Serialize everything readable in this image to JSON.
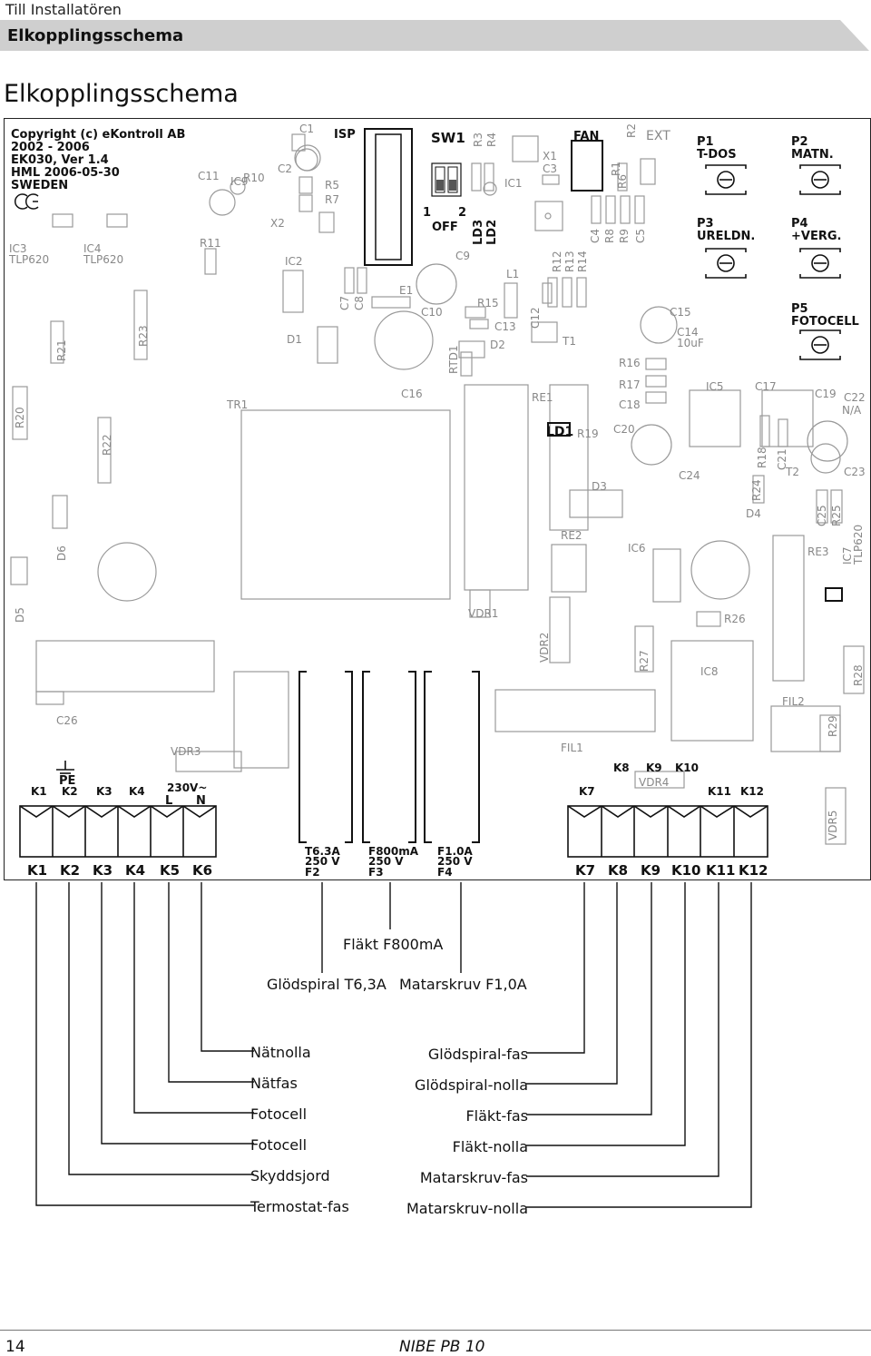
{
  "header": {
    "section": "Till Installatören",
    "bar_title": "Elkopplingsschema"
  },
  "page_title": "Elkopplingsschema",
  "board": {
    "copyright": [
      "Copyright (c) eKontroll AB",
      "2002 - 2006",
      "EK030, Ver 1.4",
      "HML 2006-05-30",
      "SWEDEN"
    ],
    "ce_mark": "CE",
    "components": {
      "c1": "C1",
      "isp": "ISP",
      "sw1": "SW1",
      "r3": "R3",
      "r4": "R4",
      "x1": "X1",
      "c3": "C3",
      "fan": "FAN",
      "r2": "R2",
      "ext": "EXT",
      "p1": "P1",
      "tdos": "T-DOS",
      "p2": "P2",
      "matn": "MATN.",
      "c11": "C11",
      "ic9": "IC9",
      "r10": "R10",
      "c2": "C2",
      "r5": "R5",
      "r7": "R7",
      "ic1": "IC1",
      "r1": "R1",
      "r6": "R6",
      "x2": "X2",
      "sw_1": "1",
      "sw_2": "2",
      "sw_off": "OFF",
      "ld3": "LD3",
      "ld2": "LD2",
      "p3": "P3",
      "ureldn": "URELDN.",
      "p4": "P4",
      "verg": "+VERG.",
      "ic3": "IC3",
      "tlp620_a": "TLP620",
      "ic4": "IC4",
      "tlp620_b": "TLP620",
      "r11": "R11",
      "ic2": "IC2",
      "c9": "C9",
      "c4": "C4",
      "r8": "R8",
      "r9": "R9",
      "c5": "C5",
      "r12": "R12",
      "r13": "R13",
      "r14": "R14",
      "l1": "L1",
      "e1": "E1",
      "c7": "C7",
      "c8": "C8",
      "c10": "C10",
      "r15": "R15",
      "c12": "C12",
      "c15": "C15",
      "p5": "P5",
      "fotocell": "FOTOCELL",
      "r21": "R21",
      "r23": "R23",
      "d1": "D1",
      "c13": "C13",
      "d2": "D2",
      "t1": "T1",
      "c14": "C14",
      "c14v": "10uF",
      "rtd1": "RTD1",
      "r16": "R16",
      "r20": "R20",
      "tr1": "TR1",
      "c16": "C16",
      "re1": "RE1",
      "r17": "R17",
      "ic5": "IC5",
      "c17": "C17",
      "c19": "C19",
      "c22": "C22",
      "na": "N/A",
      "c18": "C18",
      "r22": "R22",
      "ld1": "LD1",
      "r19": "R19",
      "c20": "C20",
      "r18": "R18",
      "c21": "C21",
      "t2": "T2",
      "c23": "C23",
      "c24": "C24",
      "d3": "D3",
      "r24": "R24",
      "d4": "D4",
      "c25": "C25",
      "r25": "R25",
      "d6": "D6",
      "re2": "RE2",
      "ic6": "IC6",
      "re3": "RE3",
      "ic7": "IC7",
      "tlp620_c": "TLP620",
      "d5": "D5",
      "vdr1": "VDR1",
      "r26": "R26",
      "vdr2": "VDR2",
      "r27": "R27",
      "ic8": "IC8",
      "r28": "R28",
      "fil2": "FIL2",
      "c26": "C26",
      "r29": "R29",
      "fil1": "FIL1",
      "vdr3": "VDR3",
      "k8": "K8",
      "k9": "K9",
      "k10": "K10",
      "vdr4": "VDR4",
      "pe": "PE",
      "k1": "K1",
      "k2": "K2",
      "k3": "K3",
      "k4": "K4",
      "v230": "230V~",
      "l": "L",
      "n": "N",
      "k7": "K7",
      "k11": "K11",
      "k12": "K12",
      "vdr5": "VDR5"
    },
    "fuses": [
      {
        "rating": "T6.3A",
        "volt": "250 V",
        "id": "F2"
      },
      {
        "rating": "F800mA",
        "volt": "250 V",
        "id": "F3"
      },
      {
        "rating": "F1.0A",
        "volt": "250 V",
        "id": "F4"
      }
    ],
    "terminals_left": [
      "K1",
      "K2",
      "K3",
      "K4",
      "K5",
      "K6"
    ],
    "terminals_right": [
      "K7",
      "K8",
      "K9",
      "K10",
      "K11",
      "K12"
    ]
  },
  "fuse_callouts": {
    "f3": "Fläkt F800mA",
    "f2": "Glödspiral T6,3A",
    "f4": "Matarskruv F1,0A"
  },
  "left_legend": [
    "Nätnolla",
    "Nätfas",
    "Fotocell",
    "Fotocell",
    "Skyddsjord",
    "Termostat-fas"
  ],
  "right_legend": [
    "Glödspiral-fas",
    "Glödspiral-nolla",
    "Fläkt-fas",
    "Fläkt-nolla",
    "Matarskruv-fas",
    "Matarskruv-nolla"
  ],
  "footer": {
    "page_number": "14",
    "doc_name": "NIBE PB 10"
  }
}
